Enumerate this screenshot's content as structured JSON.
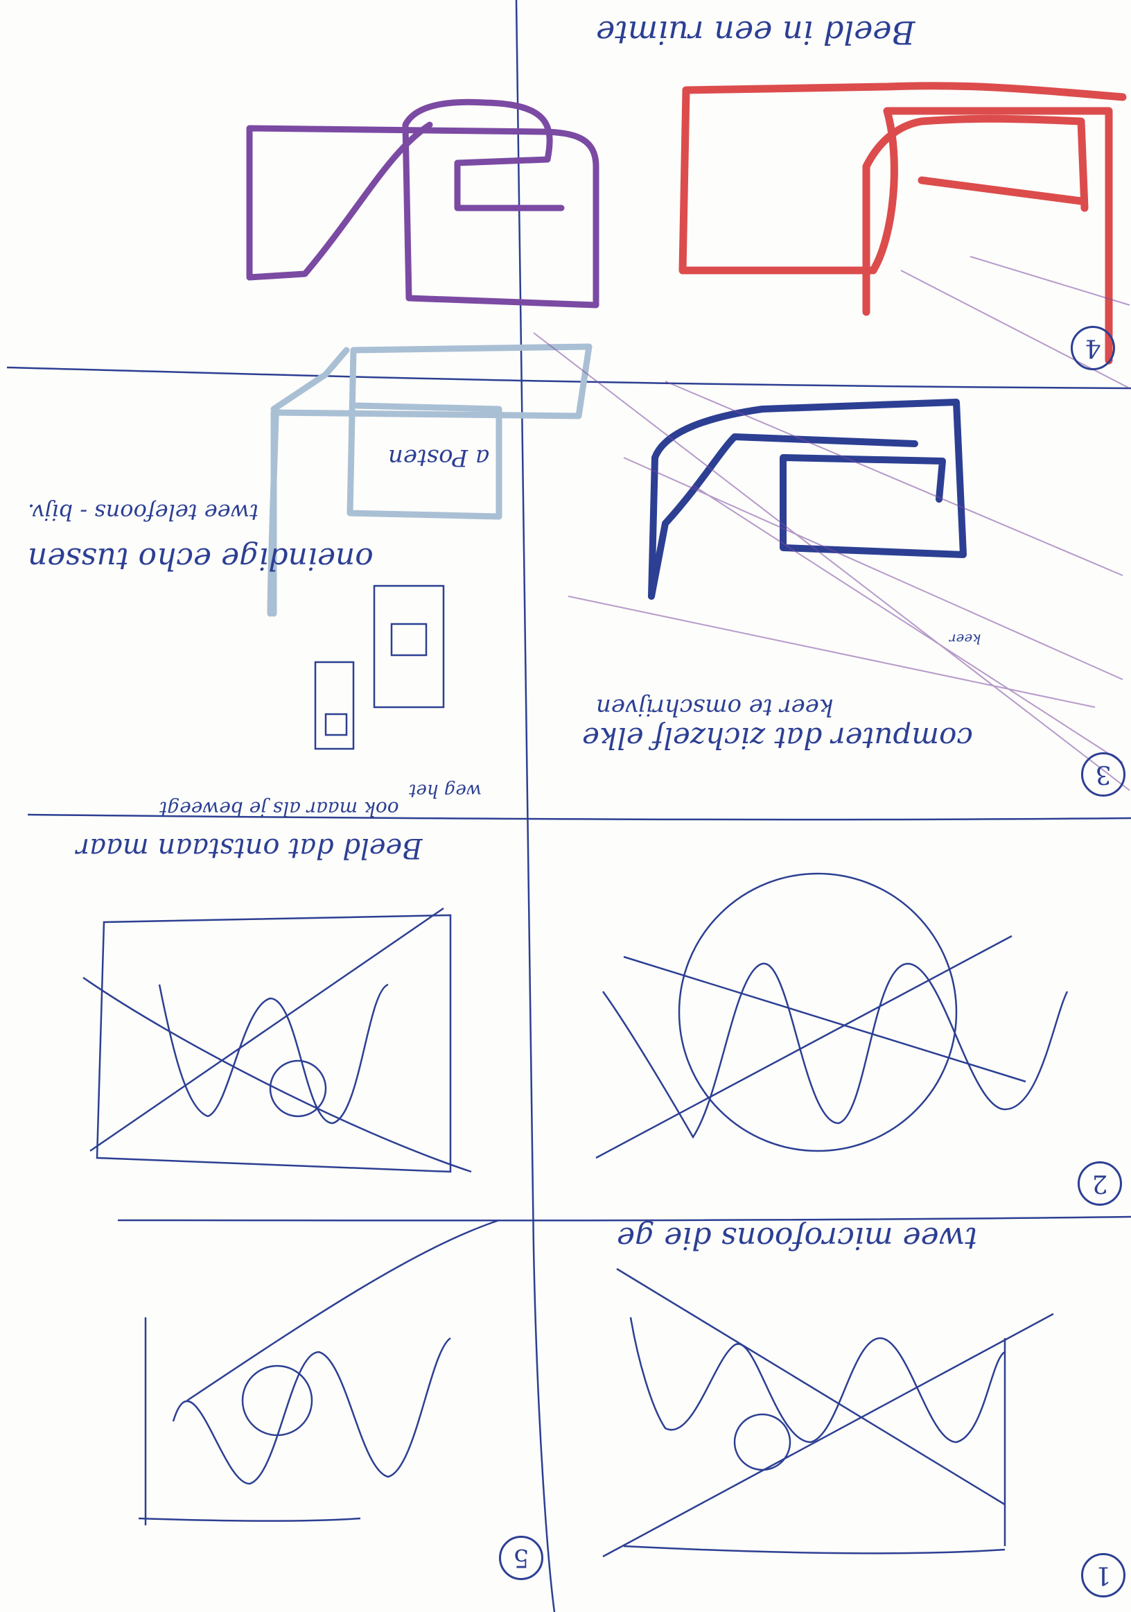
{
  "page": {
    "background": "#fdfdfb"
  },
  "colors": {
    "blue_ink": "#2c3f93",
    "red_ink": "#d9393a",
    "purple_ink": "#7b4aa3",
    "light_blue_ink": "#a9bfd4"
  },
  "panels": [
    {
      "number": "1",
      "caption": "twee microfoons die ge"
    },
    {
      "number": "2",
      "caption": ""
    },
    {
      "number": "3",
      "caption_line1": "computer dat zichzelf elke",
      "caption_line2": "keer te omschrijven",
      "note": "keer"
    },
    {
      "number": "4",
      "caption": "Beeld in een ruimte"
    },
    {
      "number": "5",
      "caption": ""
    },
    {
      "number": "",
      "caption_line1": "Beeld dat ontstaan maar",
      "caption_line2": "ook maar als je beweegt",
      "caption_line3": "weg het"
    },
    {
      "number": "",
      "caption_line1": "oneindige echo tussen",
      "caption_line2": "twee telefoons - bijv.",
      "caption_line3": "a Posten"
    }
  ],
  "icons": [
    "phone-sketch-icon",
    "small-phone-sketch-icon",
    "spiral-sketch-icon",
    "crossed-out-sketch-icon"
  ]
}
